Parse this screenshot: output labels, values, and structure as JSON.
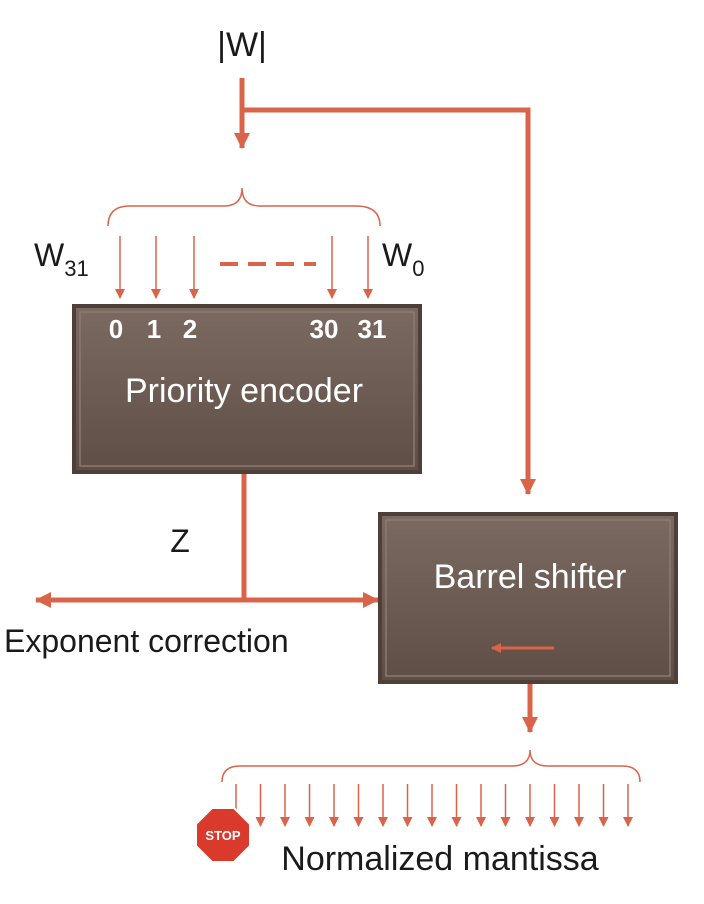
{
  "input_label": "|W|",
  "msb_label": "W",
  "msb_sub": "31",
  "lsb_label": "W",
  "lsb_sub": "0",
  "priority_encoder": {
    "title": "Priority encoder",
    "bit_labels": [
      "0",
      "1",
      "2",
      "30",
      "31"
    ]
  },
  "barrel_shifter": {
    "title": "Barrel shifter"
  },
  "z_label": "Z",
  "exponent_label": "Exponent correction",
  "output_label": "Normalized mantissa",
  "stop_sign_text": "STOP",
  "colors": {
    "arrow": "#d9644a",
    "box": "#6b5a52",
    "stop": "#d93a2b"
  }
}
